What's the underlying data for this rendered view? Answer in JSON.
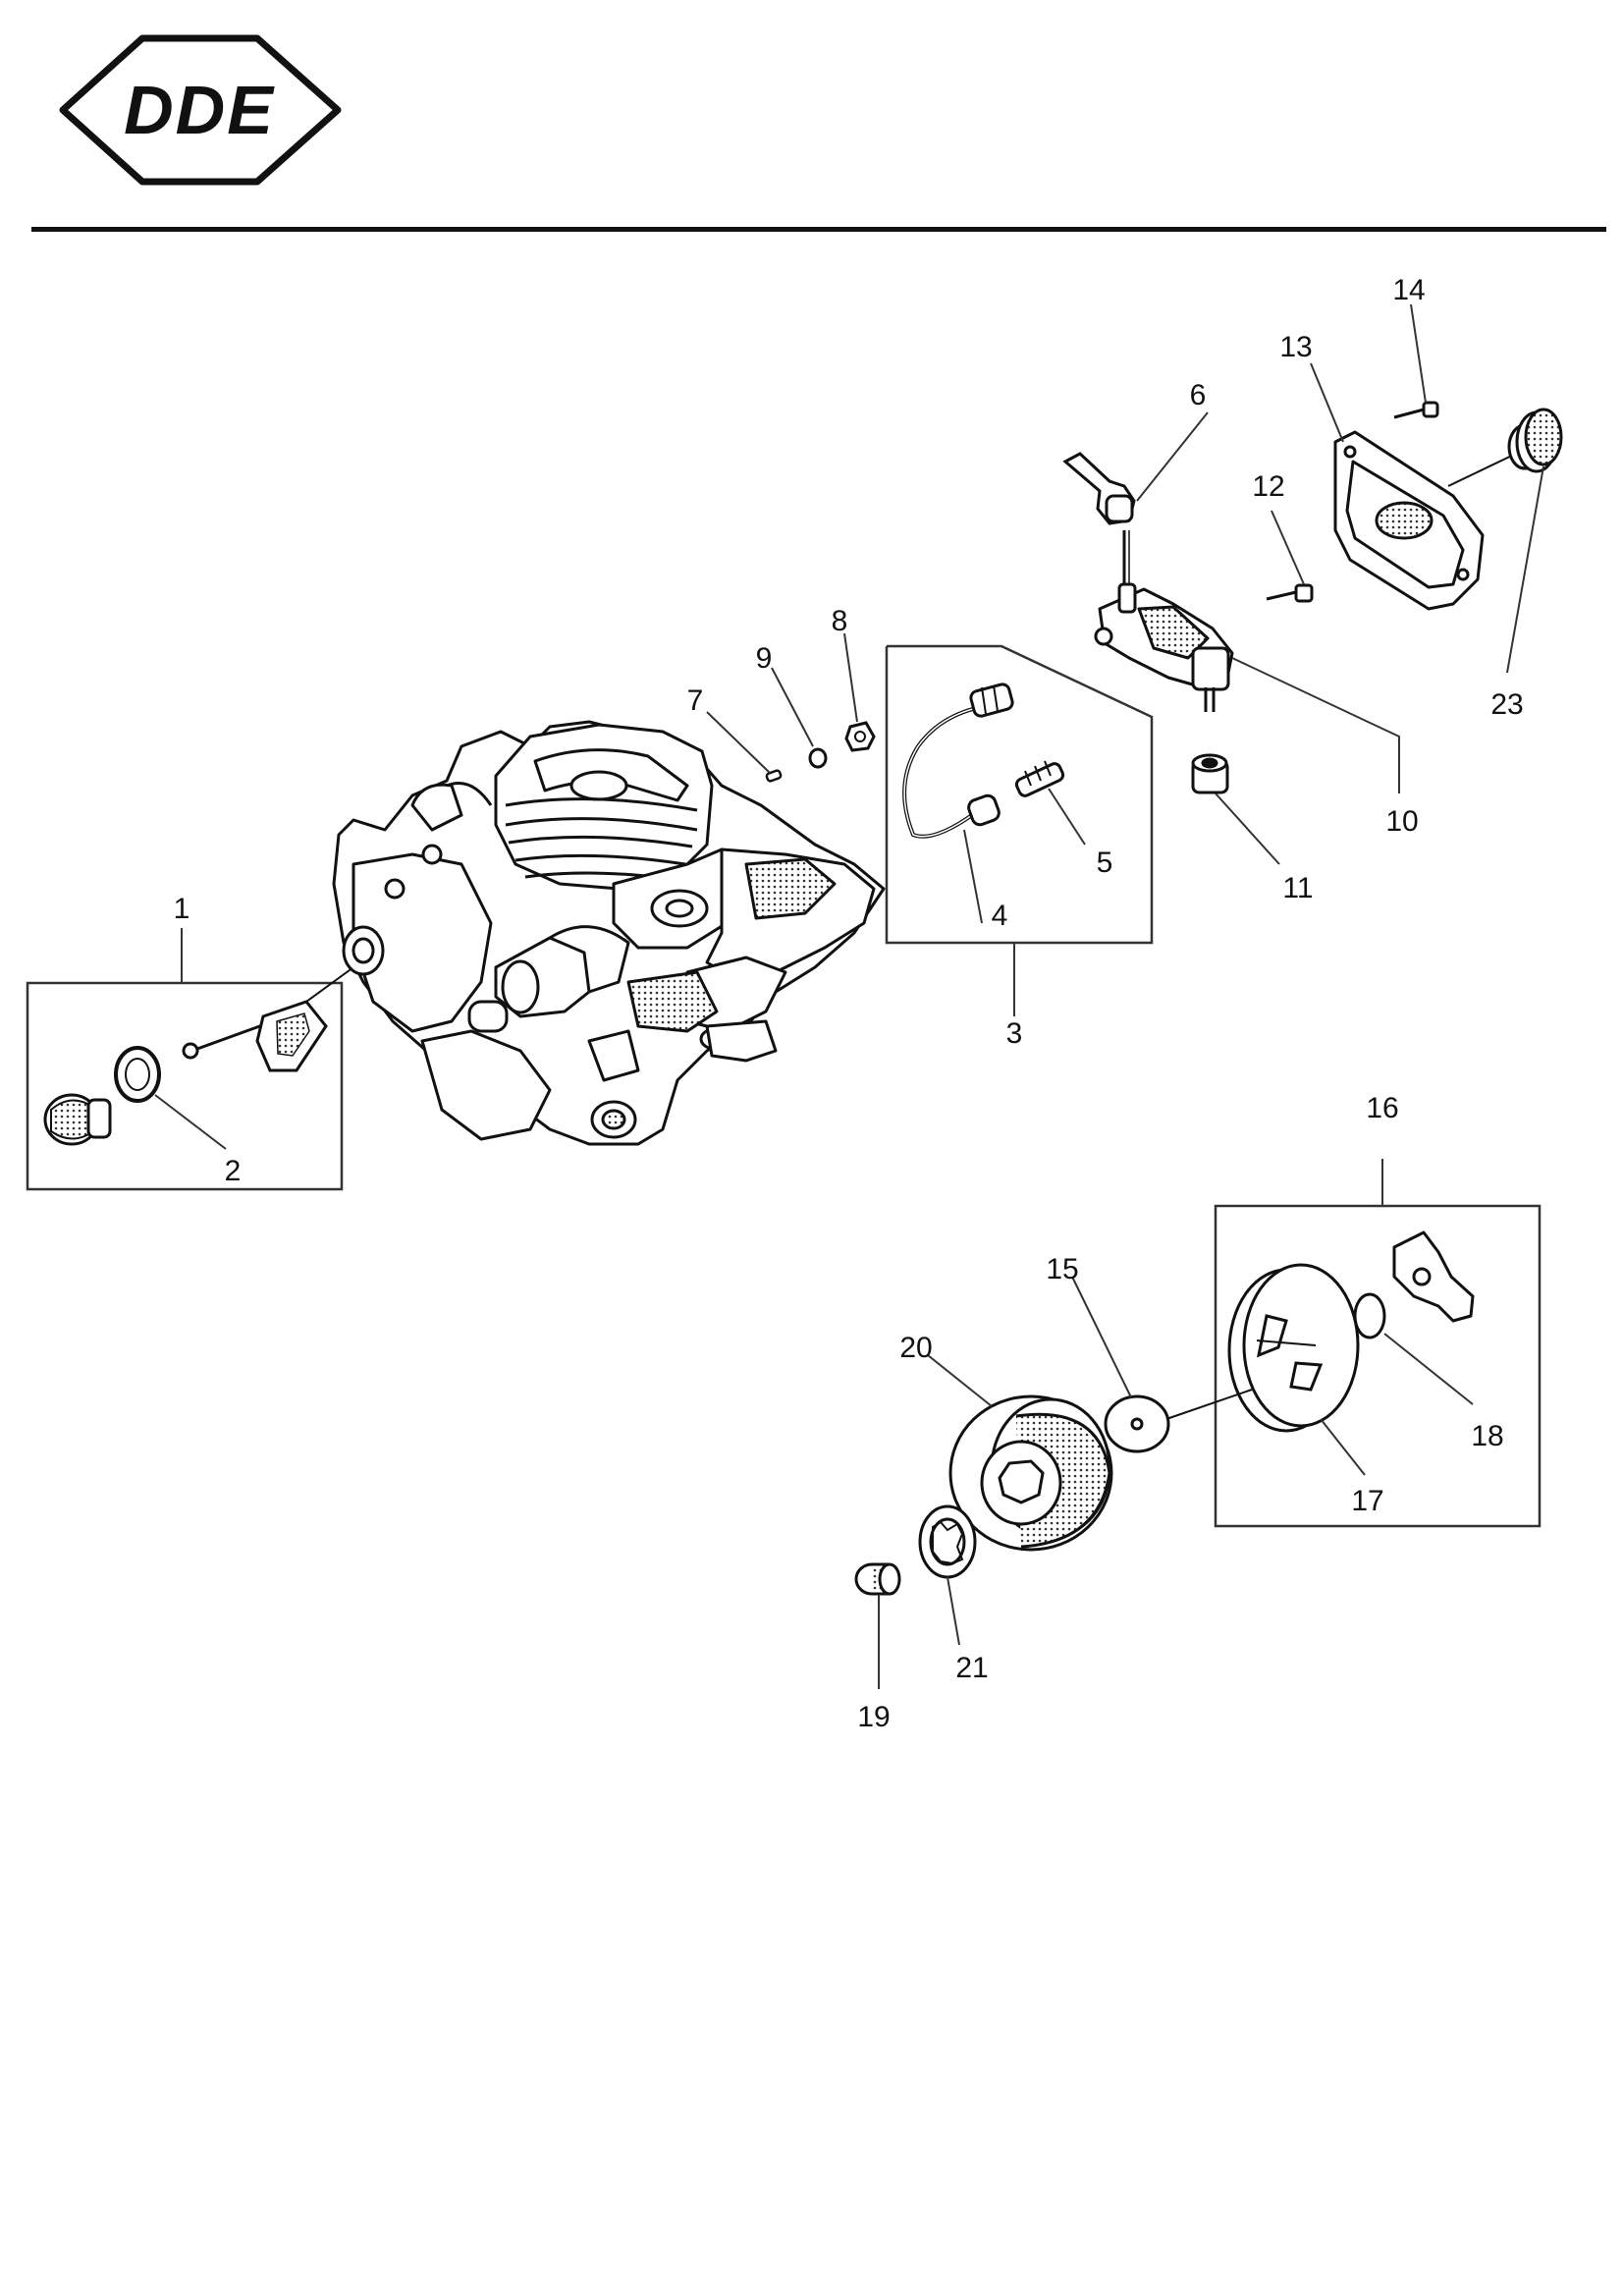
{
  "brand": {
    "logo_text": "DDE"
  },
  "diagram": {
    "callouts": [
      "1",
      "2",
      "3",
      "4",
      "5",
      "6",
      "7",
      "8",
      "9",
      "10",
      "11",
      "12",
      "13",
      "14",
      "15",
      "16",
      "17",
      "18",
      "19",
      "20",
      "21",
      "23"
    ]
  }
}
